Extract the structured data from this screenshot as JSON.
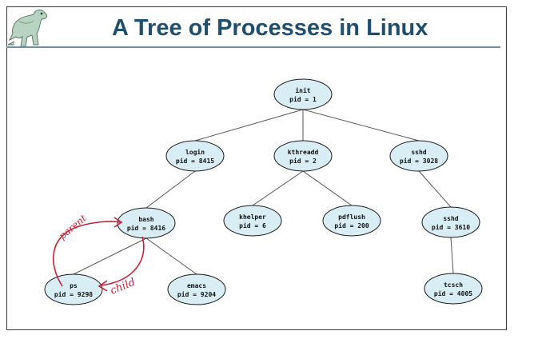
{
  "slide": {
    "title": "A Tree of Processes in Linux"
  },
  "tree": {
    "nodes": [
      {
        "id": "init",
        "name": "init",
        "pid": "pid = 1"
      },
      {
        "id": "login",
        "name": "login",
        "pid": "pid = 8415"
      },
      {
        "id": "kthreadd",
        "name": "kthreadd",
        "pid": "pid = 2"
      },
      {
        "id": "sshd1",
        "name": "sshd",
        "pid": "pid = 3028"
      },
      {
        "id": "bash",
        "name": "bash",
        "pid": "pid = 8416"
      },
      {
        "id": "khelper",
        "name": "khelper",
        "pid": "pid = 6"
      },
      {
        "id": "pdflush",
        "name": "pdflush",
        "pid": "pid = 200"
      },
      {
        "id": "sshd2",
        "name": "sshd",
        "pid": "pid = 3610"
      },
      {
        "id": "ps",
        "name": "ps",
        "pid": "pid = 9298"
      },
      {
        "id": "emacs",
        "name": "emacs",
        "pid": "pid = 9204"
      },
      {
        "id": "tcsch",
        "name": "tcsch",
        "pid": "pid = 4005"
      }
    ],
    "edges": [
      [
        "init",
        "login"
      ],
      [
        "init",
        "kthreadd"
      ],
      [
        "init",
        "sshd1"
      ],
      [
        "login",
        "bash"
      ],
      [
        "kthreadd",
        "khelper"
      ],
      [
        "kthreadd",
        "pdflush"
      ],
      [
        "sshd1",
        "sshd2"
      ],
      [
        "bash",
        "ps"
      ],
      [
        "bash",
        "emacs"
      ],
      [
        "sshd2",
        "tcsch"
      ]
    ]
  },
  "annotations": {
    "parent": "parent",
    "child": "child"
  },
  "colors": {
    "node_fill": "#d9eef4",
    "node_stroke": "#1a1a1a",
    "edge": "#555555",
    "title": "#1f4f6e",
    "ink": "#c8213a"
  }
}
